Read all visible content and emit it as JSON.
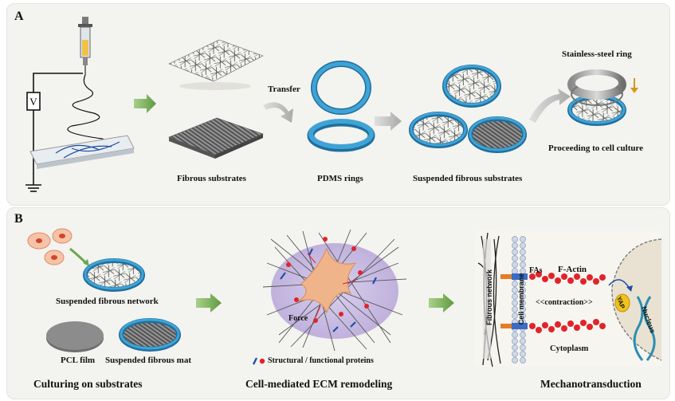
{
  "panel_a": {
    "label": "A",
    "voltage_symbol": "V",
    "fibrous_substrates": "Fibrous substrates",
    "transfer": "Transfer",
    "pdms_rings": "PDMS rings",
    "suspended_fibrous_substrates": "Suspended fibrous substrates",
    "stainless_steel_ring": "Stainless-steel ring",
    "proceeding": "Proceeding to cell culture"
  },
  "panel_b": {
    "label": "B",
    "suspended_fibrous_network": "Suspended fibrous network",
    "pcl_film": "PCL film",
    "suspended_fibrous_mat": "Suspended fibrous mat",
    "culturing": "Culturing on substrates",
    "force": "Force",
    "legend_proteins": "Structural / functional proteins",
    "ecm_remodeling": "Cell-mediated ECM remodeling",
    "fibrous_network": "Fibrous network",
    "cell_membrane": "Cell membrane",
    "fas": "FAs",
    "f_actin": "F-Actin",
    "contraction": "<<contraction>>",
    "cytoplasm": "Cytoplasm",
    "yap": "YAP",
    "nucleus": "Nucleus",
    "mechanotransduction": "Mechanotransduction"
  },
  "colors": {
    "ring_blue": "#3fa3d6",
    "ring_dark": "#1f6f9e",
    "arrow_green": "#7fb35a",
    "arrow_grey": "#b8b8b8",
    "cell_orange": "#f0b48a",
    "protein_red": "#e2232a",
    "protein_blue": "#1e4fa8",
    "ecm_purple": "#cbbfe0",
    "yap_yellow": "#f2c21b",
    "dna_teal": "#2a8fb0"
  }
}
